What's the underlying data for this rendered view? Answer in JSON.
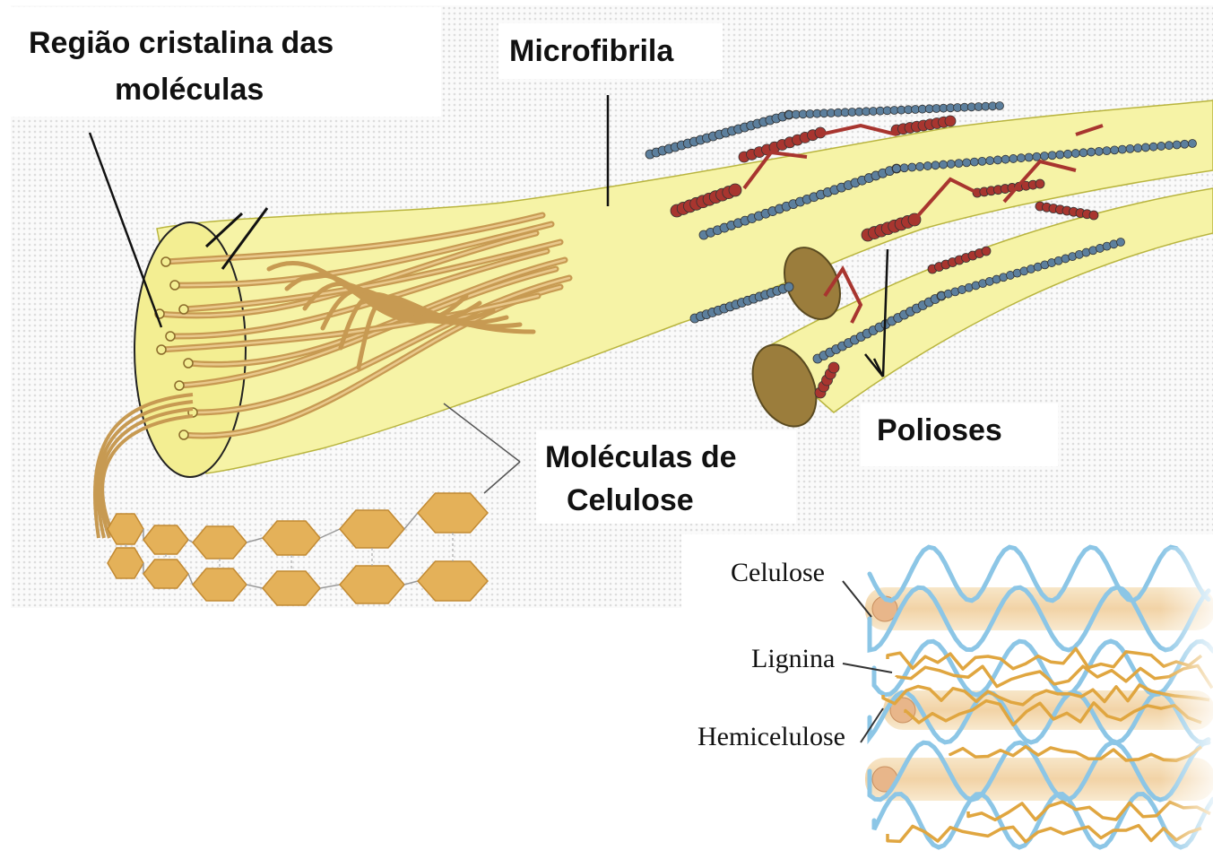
{
  "upper_diagram": {
    "labels": {
      "crystalline_region": [
        "Região cristalina das",
        "moléculas"
      ],
      "microfibril": "Microfibrila",
      "cellulose_molecules": [
        "Moléculas de",
        "Celulose"
      ],
      "polyoses": "Polioses"
    },
    "colors": {
      "background_dots": "#e9e9e9",
      "fibril_fill": "#f6f3a6",
      "fibril_outline": "#b9b53e",
      "cellulose_strand": "#c79a52",
      "glucose_unit": "#e4b159",
      "polyose_blue": "#5c7f9d",
      "polyose_red": "#a8352f",
      "cut_section": "#9b7d3c"
    }
  },
  "lower_diagram": {
    "labels": {
      "cellulose": "Celulose",
      "lignin": "Lignina",
      "hemicellulose": "Hemicelulose"
    },
    "colors": {
      "cellulose_rod": "#f4dcb6",
      "hemicellulose_blue": "#8cc6e6",
      "lignin_orange": "#e0a640"
    }
  }
}
